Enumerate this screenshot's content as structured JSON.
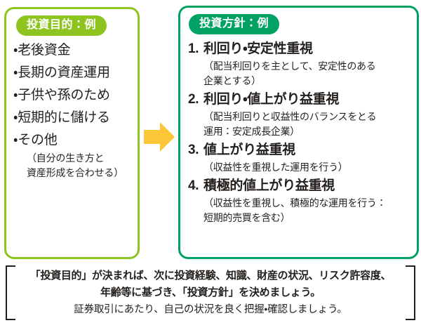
{
  "colors": {
    "goal_green": "#8dc420",
    "policy_green": "#00a263",
    "arrow_yellow": "#fbc739",
    "text_dark": "#231f1c"
  },
  "goal_panel": {
    "badge": "投資目的：例",
    "items": [
      {
        "label": "・老後資金",
        "note": ""
      },
      {
        "label": "・長期の資産運用",
        "note": ""
      },
      {
        "label": "・子供や孫のため",
        "note": ""
      },
      {
        "label": "・短期的に儲ける",
        "note": ""
      },
      {
        "label": "・その他",
        "note": "（自分の生き方と\n資産形成を合わせる）"
      }
    ]
  },
  "arrow": {
    "icon": "arrow-right-icon",
    "color": "#fbc739"
  },
  "policy_panel": {
    "badge": "投資方針：例",
    "items": [
      {
        "number": "1.",
        "title": "利回り・安定性重視",
        "note": "（配当利回りを主として、安定性のある\n企業とする）"
      },
      {
        "number": "2.",
        "title": "利回り・値上がり益重視",
        "note": "（配当利回りと収益性のバランスをとる\n運用：安定成長企業）"
      },
      {
        "number": "3.",
        "title": "値上がり益重視",
        "note": "（収益性を重視した運用を行う）"
      },
      {
        "number": "4.",
        "title": "積極的値上がり益重視",
        "note": "（収益性を重視し、積極的な運用を行う：\n短期的売買を含む）"
      }
    ]
  },
  "footer": {
    "line1": "「投資目的」が決まれば、次に投資経験、知識、財産の状況、リスク許容度、",
    "line2": "年齢等に基づき、「投資方針」を決めましょう。",
    "line3": "証券取引にあたり、自己の状況を良く把握・確認しましょう。"
  }
}
